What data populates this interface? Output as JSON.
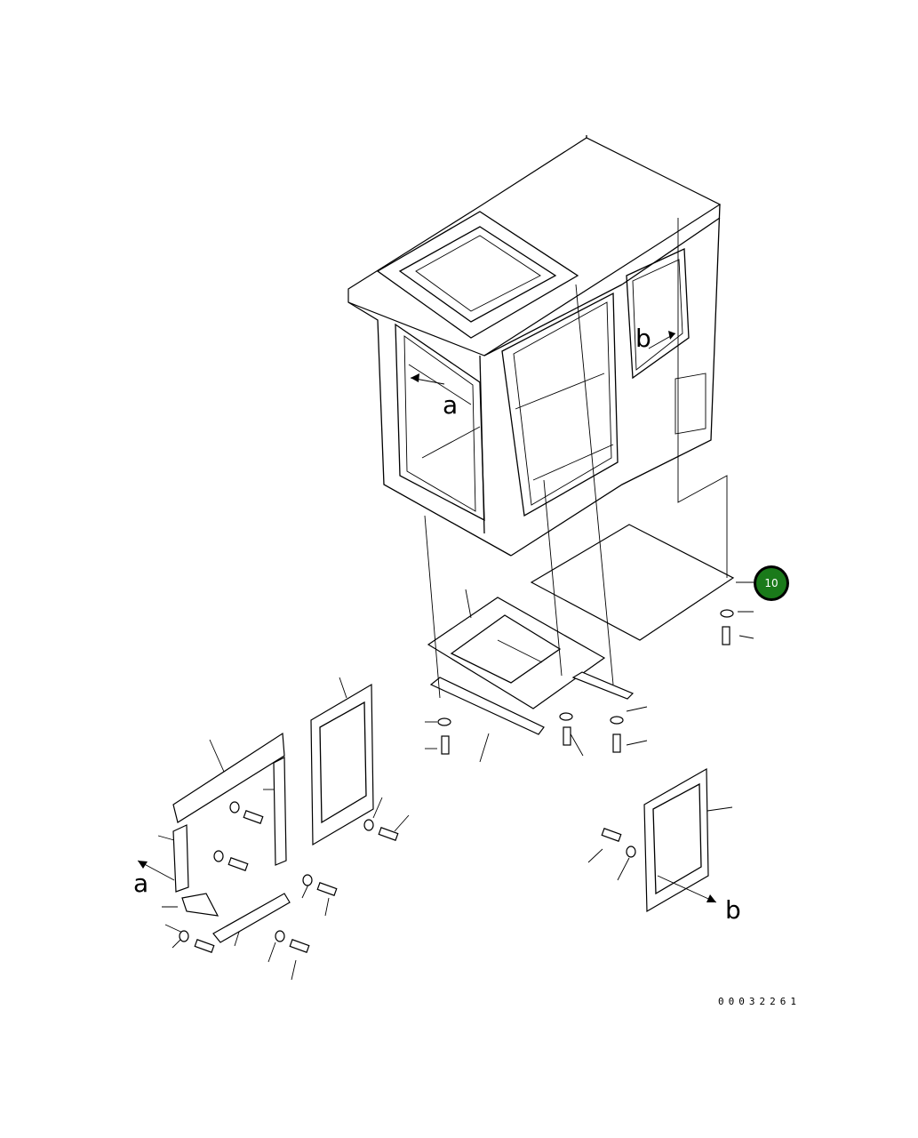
{
  "diagram": {
    "view_labels": [
      "a",
      "b",
      "a",
      "b"
    ],
    "callout": {
      "number": "10",
      "color": "#1a7a1a"
    },
    "drawing_code": "00032261"
  }
}
